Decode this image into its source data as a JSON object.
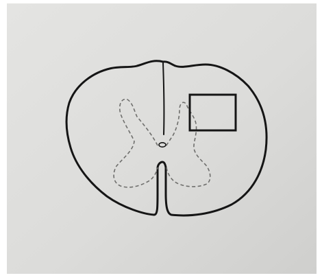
{
  "figure": {
    "kind": "line-drawing",
    "colors": {
      "paper": "#dcdcda",
      "paper_light": "#e4e4e2",
      "paper_dark": "#cfcfcd",
      "outline": "#151515",
      "dashes": "#6e6e6c",
      "page_border": "#ffffff"
    },
    "elements": [
      "spinal-cord-cross-section-outline",
      "dorsal-median-septum",
      "grey-matter-butterfly-dashed-outline",
      "central-canal",
      "ventral-median-fissure",
      "highlight-rectangle"
    ]
  }
}
